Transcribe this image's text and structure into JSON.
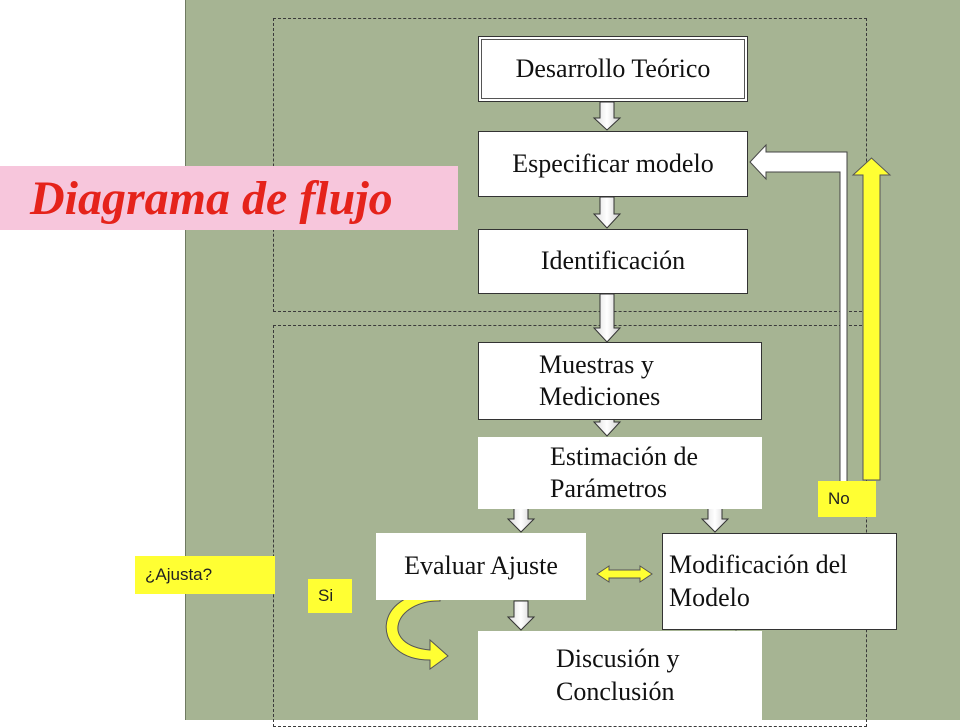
{
  "title": "Diagrama de flujo",
  "nodes": {
    "desarrollo": "Desarrollo Teórico",
    "especificar": "Especificar modelo",
    "identificacion": "Identificación",
    "muestras": "Muestras y\nMediciones",
    "estimacion": "Estimación de\nParámetros",
    "evaluar": "Evaluar Ajuste",
    "modificacion": "Modificación del\nModelo",
    "discusion": "Discusión y\nConclusión"
  },
  "labels": {
    "no": "No",
    "si": "Si",
    "ajusta": "¿Ajusta?"
  },
  "colors": {
    "panel": "#a6b493",
    "title_band": "#f7c6dc",
    "title_text": "#e5231b",
    "label_bg": "#ffff33",
    "arrow_yellow": "#ffff33"
  }
}
